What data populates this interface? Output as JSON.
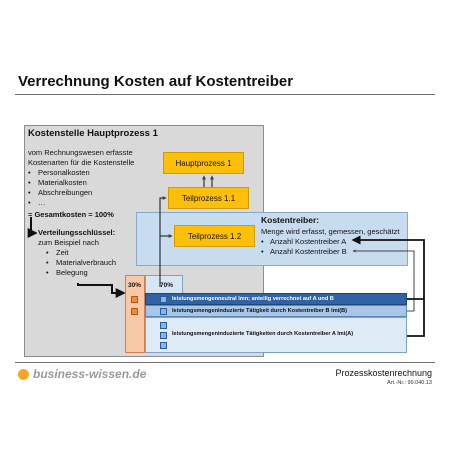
{
  "title": "Verrechnung Kosten auf Kostentreiber",
  "kostenstelle": {
    "heading": "Kostenstelle Hauptprozess 1",
    "intro_1": "vom Rechnungswesen erfasste",
    "intro_2": "Kostenarten für die Kostenstelle",
    "bullets": [
      "Personalkosten",
      "Materialkosten",
      "Abschreibungen",
      "…"
    ],
    "total": "= Gesamtkosten = 100%",
    "key_label": "Verteilungsschlüssel:",
    "key_sub_1": "zum Beispiel nach",
    "key_items": [
      "Zeit",
      "Materialverbrauch",
      "Belegung"
    ]
  },
  "process_boxes": {
    "hauptprozess": "Hauptprozess 1",
    "teilprozess_11": "Teilprozess 1.1",
    "teilprozess_12": "Teilprozess 1.2"
  },
  "kostentreiber": {
    "heading": "Kostentreiber:",
    "desc": "Menge wird erfasst, gemessen, geschätzt",
    "items": [
      "Anzahl Kostentreiber A",
      "Anzahl Kostentreiber B"
    ]
  },
  "percent_left": "30%",
  "percent_right": "70%",
  "bands": {
    "lmn": "leistungsmengenneutral lmn; anteilig verrechnet auf A und B",
    "lmi_b": "leistungsmengeninduzierte Tätigkeit durch Kostentreiber B lmi(B)",
    "lmi_a": "leistungsmengeninduzierte Tätigkeiten  durch Kostentreiber A lmi(A)"
  },
  "footer": {
    "logo": "business-wissen.de",
    "topic": "Prozesskostenrechnung",
    "art_nr": "Art.-Nr.: 99.040.13"
  },
  "colors": {
    "gray_panel": "#d9d9d9",
    "orange_box": "#fcc00a",
    "light_blue": "#c8dcf0",
    "dark_blue_band": "#2f63a3",
    "peach_column": "#f7c9a8"
  }
}
